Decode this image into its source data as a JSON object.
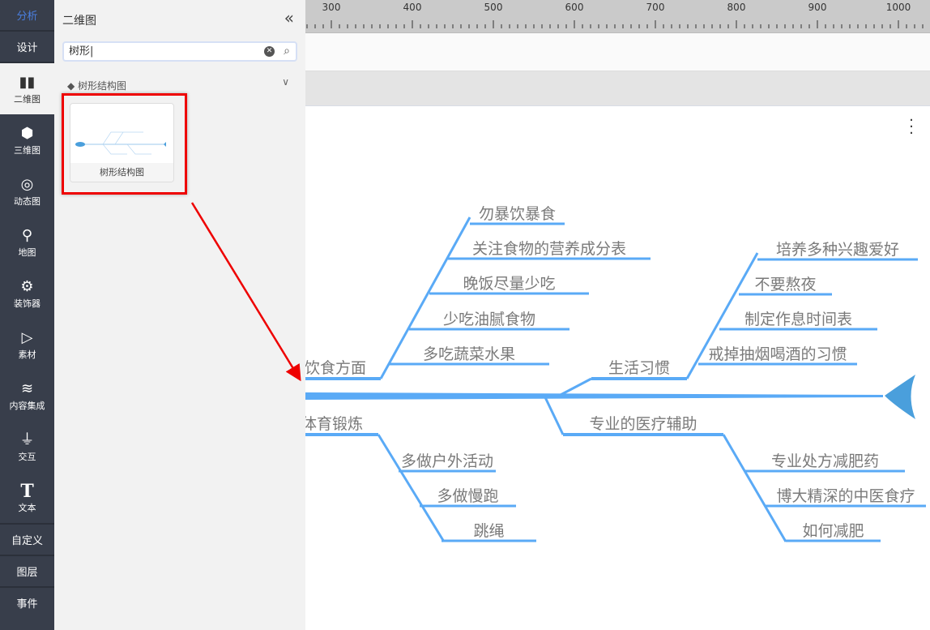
{
  "sidebar": {
    "top": [
      {
        "label": "分析"
      },
      {
        "label": "设计"
      }
    ],
    "items": [
      {
        "label": "二维图",
        "icon": "bar-chart-icon"
      },
      {
        "label": "三维图",
        "icon": "cube-icon"
      },
      {
        "label": "动态图",
        "icon": "trend-circle-icon"
      },
      {
        "label": "地图",
        "icon": "map-pin-icon"
      },
      {
        "label": "装饰器",
        "icon": "decorator-icon"
      },
      {
        "label": "素材",
        "icon": "play-box-icon"
      },
      {
        "label": "内容集成",
        "icon": "layers-icon"
      },
      {
        "label": "交互",
        "icon": "filter-icon"
      },
      {
        "label": "文本",
        "icon": "text-icon"
      }
    ],
    "bottom": [
      {
        "label": "自定义"
      },
      {
        "label": "图层"
      },
      {
        "label": "事件"
      }
    ]
  },
  "panel": {
    "title": "二维图",
    "search": {
      "value": "树形"
    },
    "category": "树形结构图",
    "card_label": "树形结构图"
  },
  "ruler": {
    "ticks": [
      "300",
      "400",
      "500",
      "600",
      "700",
      "800",
      "900",
      "1000"
    ]
  },
  "fishbone": {
    "upper": [
      {
        "label": "饮食方面",
        "items": [
          "勿暴饮暴食",
          "关注食物的营养成分表",
          "晚饭尽量少吃",
          "少吃油腻食物",
          "多吃蔬菜水果"
        ]
      },
      {
        "label": "生活习惯",
        "items": [
          "培养多种兴趣爱好",
          "不要熬夜",
          "制定作息时间表",
          "戒掉抽烟喝酒的习惯"
        ]
      }
    ],
    "lower": [
      {
        "label": "体育锻炼",
        "items": [
          "多做户外活动",
          "多做慢跑",
          "跳绳"
        ]
      },
      {
        "label": "专业的医疗辅助",
        "items": [
          "专业处方减肥药",
          "博大精深的中医食疗",
          "如何减肥"
        ]
      }
    ],
    "line_color": "#5aaaf6",
    "head_color": "#4a9fdc"
  }
}
